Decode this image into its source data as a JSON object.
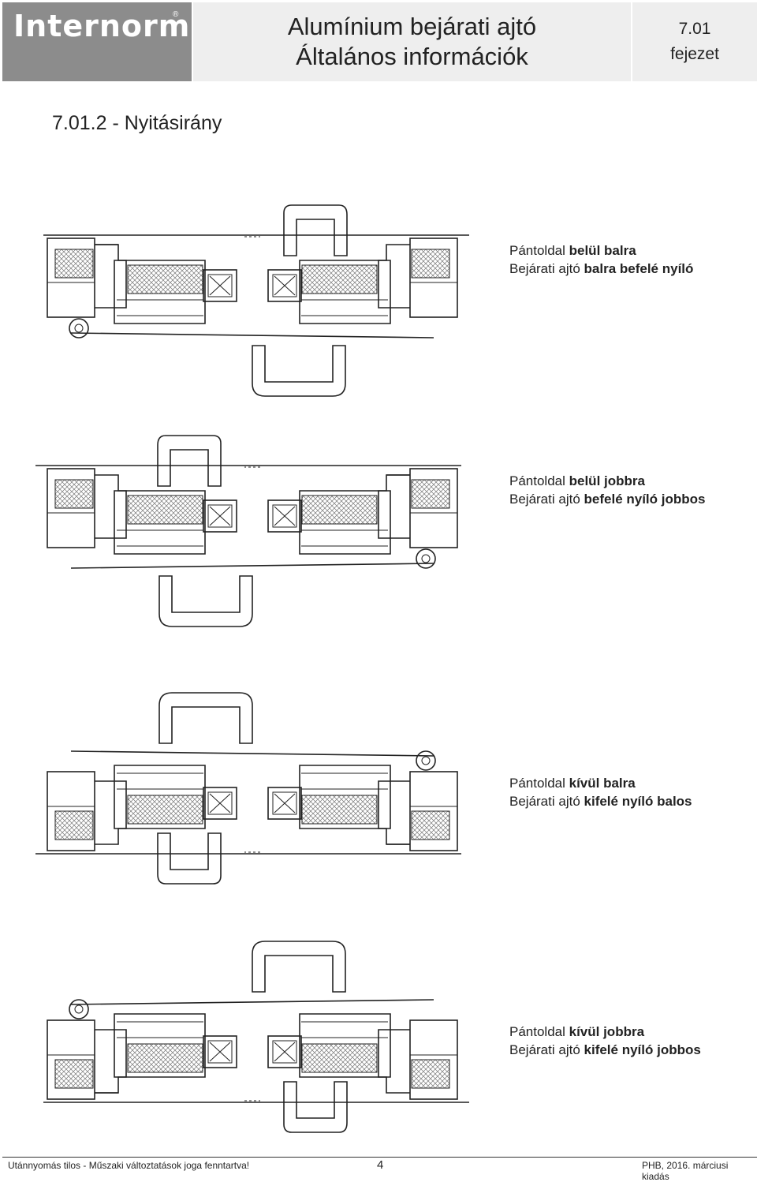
{
  "header": {
    "logo": "Internorm",
    "title_line1": "Alumínium bejárati ajtó",
    "title_line2": "Általános információk",
    "chapter_number": "7.01",
    "chapter_label": "fejezet"
  },
  "section": {
    "title": "7.01.2 - Nyitásirány"
  },
  "diagrams": [
    {
      "caption_prefix1": "Pántoldal",
      "caption_bold1": "belül balra",
      "caption_prefix2": "Bejárati ajtó",
      "caption_bold2": "balra befelé nyíló"
    },
    {
      "caption_prefix1": "Pántoldal",
      "caption_bold1": "belül jobbra",
      "caption_prefix2": "Bejárati ajtó",
      "caption_bold2": "befelé nyíló jobbos"
    },
    {
      "caption_prefix1": "Pántoldal",
      "caption_bold1": "kívül balra",
      "caption_prefix2": "Bejárati ajtó",
      "caption_bold2": "kifelé nyíló balos"
    },
    {
      "caption_prefix1": "Pántoldal",
      "caption_bold1": "kívül jobbra",
      "caption_prefix2": "Bejárati ajtó",
      "caption_bold2": "kifelé nyíló jobbos"
    }
  ],
  "footer": {
    "left": "Utánnyomás tilos - Műszaki változtatások joga fenntartva!",
    "page": "4",
    "right": "PHB, 2016. márciusi kiadás"
  }
}
